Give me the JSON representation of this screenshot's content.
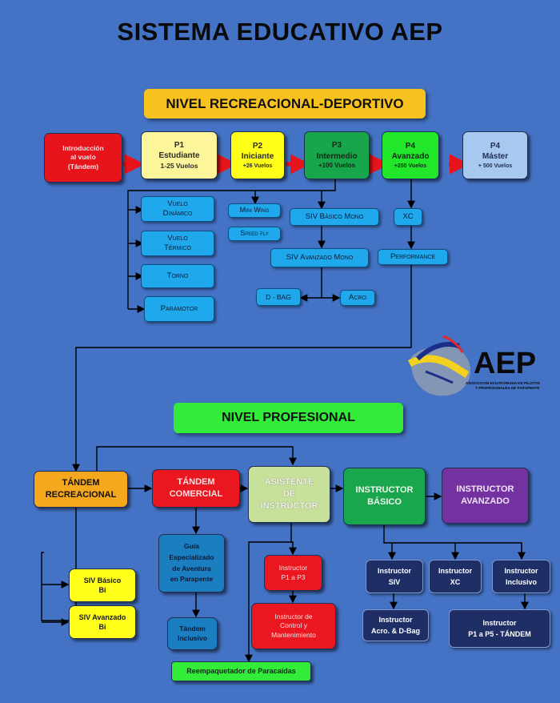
{
  "title": "SISTEMA EDUCATIVO AEP",
  "banner_recreational": "NIVEL RECREACIONAL-DEPORTIVO",
  "banner_professional": "NIVEL PROFESIONAL",
  "levels": [
    {
      "l1": "Introducción",
      "l2": "al vuelo",
      "l3": "(Tándem)",
      "color": "#e8141c"
    },
    {
      "l1": "P1",
      "l2": "Estudiante",
      "l3": "1-25 Vuelos",
      "color": "#fdf59a"
    },
    {
      "l1": "P2",
      "l2": "Iniciante",
      "l3": "+26 Vuelos",
      "color": "#ffff1a"
    },
    {
      "l1": "P3",
      "l2": "Intermedio",
      "l3": "+100 Vuelos",
      "color": "#18a64a"
    },
    {
      "l1": "P4",
      "l2": "Avanzado",
      "l3": "+250 Vuelos",
      "color": "#22e62a"
    },
    {
      "l1": "P4",
      "l2": "Máster",
      "l3": "+ 500 Vuelos",
      "color": "#a8c9ef"
    }
  ],
  "p1_branches": [
    {
      "l1": "Vuelo",
      "l2": "Dinámico"
    },
    {
      "l1": "Vuelo",
      "l2": "Térmico"
    },
    {
      "l1": "Torno",
      "l2": ""
    },
    {
      "l1": "Paramotor",
      "l2": ""
    }
  ],
  "p2_branches": [
    "Mini Wing",
    "Speed fly"
  ],
  "p3_branches": {
    "siv_basic": "SIV Básico Mono",
    "siv_adv": "SIV Avanzado Mono",
    "dbag": "D - BAG",
    "acro": "Acro"
  },
  "p4_branches": {
    "xc": "XC",
    "performance": "Performance"
  },
  "logo": {
    "name": "AEP",
    "sub1": "ASOCIACION ECUATORIANA DE PILOTOS",
    "sub2": "Y PROFESIONALES DE PARAPENTE"
  },
  "pro_levels": [
    {
      "l1": "TÁNDEM",
      "l2": "RECREACIONAL",
      "l3": "",
      "color": "#f5a81e"
    },
    {
      "l1": "TÁNDEM",
      "l2": "COMERCIAL",
      "l3": "",
      "color": "#ea1620"
    },
    {
      "l1": "ASISTENTE",
      "l2": "DE",
      "l3": "INSTRUCTOR",
      "color": "#c7e09a"
    },
    {
      "l1": "INSTRUCTOR",
      "l2": "BÁSICO",
      "l3": "",
      "color": "#1aa64c"
    },
    {
      "l1": "INSTRUCTOR",
      "l2": "AVANZADO",
      "l3": "",
      "color": "#7431a0"
    }
  ],
  "tandem_siv": [
    {
      "l1": "SIV Básico",
      "l2": "Bi"
    },
    {
      "l1": "SIV Avanzado",
      "l2": "Bi"
    }
  ],
  "guide": {
    "l1": "Guía",
    "l2": "Especializado",
    "l3": "de Aventura",
    "l4": "en Parapente"
  },
  "tandem_inclusive": {
    "l1": "Tándem",
    "l2": "Inclusivo"
  },
  "assistant_branches": [
    {
      "l1": "Instructor",
      "l2": "P1 a P3",
      "l3": ""
    },
    {
      "l1": "Instructor de",
      "l2": "Control y",
      "l3": "Mantenimiento"
    }
  ],
  "instructor_branches": [
    {
      "l1": "Instructor",
      "l2": "SIV"
    },
    {
      "l1": "Instructor",
      "l2": "XC"
    },
    {
      "l1": "Instructor",
      "l2": "Inclusivo"
    },
    {
      "l1": "Instructor",
      "l2": "Acro. & D-Bag"
    },
    {
      "l1": "Instructor",
      "l2": "P1 a P5 - TÁNDEM"
    }
  ],
  "repacker": "Reempaquetador de Paracaídas"
}
